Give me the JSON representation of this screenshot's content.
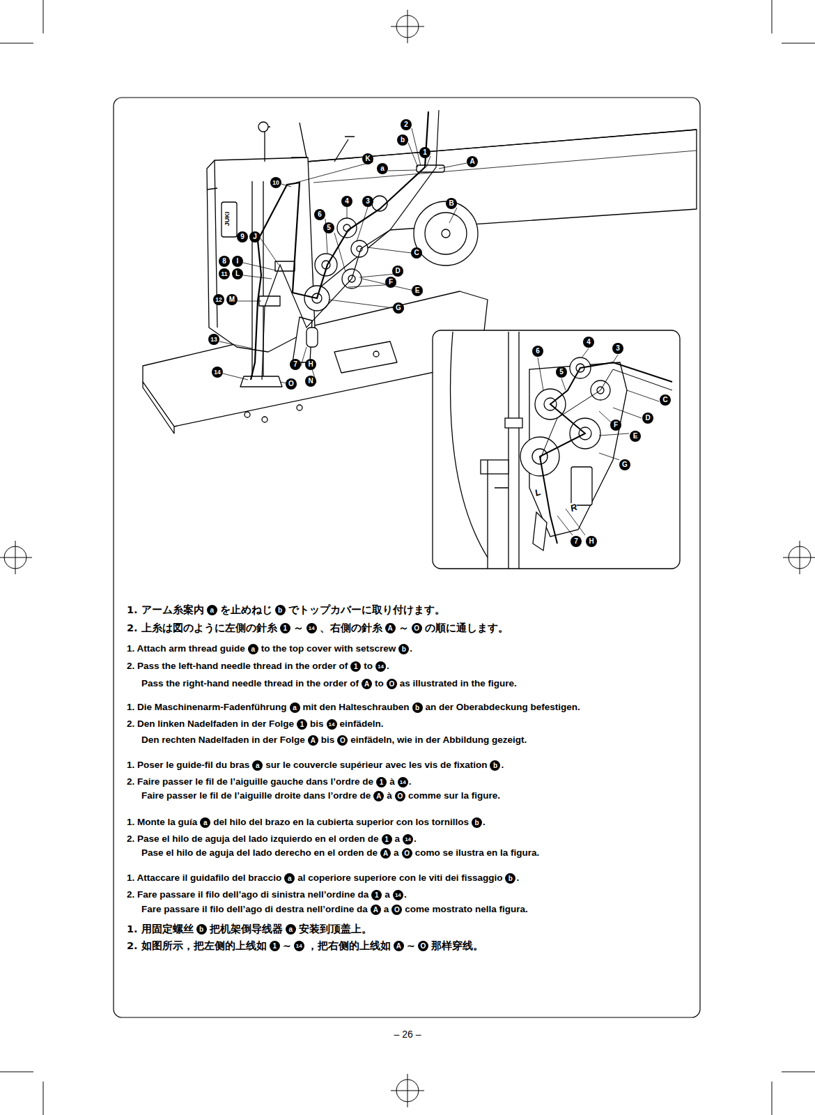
{
  "diagram": {
    "labels": [
      "2",
      "b",
      "1",
      "K",
      "a",
      "A",
      "10",
      "4",
      "3",
      "B",
      "6",
      "5",
      "9",
      "J",
      "C",
      "8",
      "I",
      "11",
      "L",
      "D",
      "F",
      "E",
      "12",
      "M",
      "G",
      "13",
      "7",
      "H",
      "14",
      "O",
      "N",
      "4",
      "6",
      "3",
      "5",
      "C",
      "D",
      "F",
      "E",
      "G",
      "7",
      "H",
      "L",
      "R",
      "JUKI",
      "1. アーム糸案内",
      "a",
      "を止めねじ",
      "b",
      "でトップカバーに取り付けます。",
      "2. 上糸は図のように左側の針糸",
      "1",
      "～",
      "14",
      "、右側の針糸",
      "A",
      "～",
      "O",
      "の順に通します。",
      "1. Attach arm thread guide",
      "a",
      "to the top cover with setscrew",
      "b",
      ".",
      "2. Pass the left-hand needle thread in the order of",
      "1",
      "to",
      "14",
      ".",
      "Pass the right-hand needle thread in the order of",
      "A",
      "to",
      "O",
      "as illustrated in the figure.",
      "1. Die Maschinenarm-Fadenführung",
      "a",
      "mit den Halteschrauben",
      "b",
      "an der Oberabdeckung befestigen.",
      "2. Den linken Nadelfaden in der Folge",
      "1",
      "bis",
      "14",
      "einfädeln.",
      "Den rechten Nadelfaden in der Folge",
      "A",
      "bis",
      "O",
      "einfädeln, wie in der Abbildung gezeigt.",
      "1. Poser le guide-fil du bras",
      "a",
      "sur le couvercle supérieur avec les vis de fixation",
      "b",
      ".",
      "2. Faire passer le fil de l’aiguille gauche dans l’ordre de",
      "1",
      "à",
      "14",
      ".",
      "Faire passer le fil de l’aiguille droite dans l’ordre de",
      "A",
      "à",
      "O",
      "comme sur la figure.",
      "1. Monte la guía",
      "a",
      "del hilo del brazo en la cubierta superior con los tornillos",
      "b",
      ".",
      "2. Pase el hilo de aguja del lado izquierdo en el orden de",
      "1",
      "a",
      "14",
      ".",
      "Pase el hilo de aguja del lado derecho en el orden de",
      "A",
      "a",
      "O",
      "como se ilustra en la figura.",
      "1. Attaccare il guidafilo del braccio",
      "a",
      "al coperiore superiore con le viti dei fissaggio",
      "b",
      ".",
      "2. Fare passare il filo dell’ago di sinistra nell’ordine da",
      "1",
      "a",
      "14",
      ".",
      "Fare passare il filo dell’ago di destra nell’ordine da",
      "A",
      "a",
      "O",
      "come mostrato nella figura.",
      "1. 用固定螺丝",
      "b",
      "把机架倒导线器",
      "a",
      "安装到顶盖上。",
      "2. 如图所示，把左侧的上线如",
      "1",
      "~",
      "14",
      "，把右侧的上线如",
      "A",
      "~",
      "O",
      "那样穿线。",
      "– 26 –"
    ]
  }
}
